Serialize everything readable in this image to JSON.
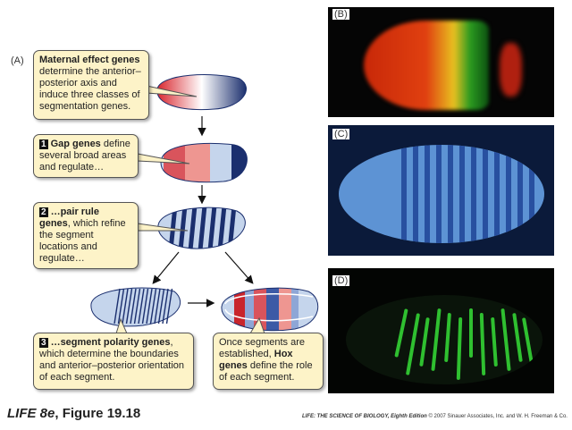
{
  "panel_labels": {
    "a": "(A)",
    "b": "(B)",
    "c": "(C)",
    "d": "(D)"
  },
  "boxes": {
    "maternal": {
      "bold": "Maternal effect genes",
      "text": "determine the anterior–posterior axis and induce three classes of segmentation genes."
    },
    "gap": {
      "num": "1",
      "bold": "Gap genes",
      "text": " define several broad areas and regulate…"
    },
    "pair": {
      "num": "2",
      "bold": "…pair rule genes",
      "text": ", which refine the segment locations and regulate…"
    },
    "polarity": {
      "num": "3",
      "bold": "…segment polarity genes",
      "text": ", which determine the boundaries and anterior–posterior orientation of each segment."
    },
    "hox": {
      "pre": "Once segments are established, ",
      "bold": "Hox genes",
      "text": " define the role of each segment."
    }
  },
  "footer": {
    "figure_italic": "LIFE 8e",
    "figure": ", Figure 19.18",
    "credit_title": "LIFE: THE SCIENCE OF BIOLOGY, Eighth Edition",
    "credit": " © 2007 Sinauer Associates, Inc. and W. H. Freeman & Co."
  },
  "colors": {
    "red": "#d8262e",
    "blue": "#1b2f6e",
    "light_blue": "#c5d5ec",
    "box": "#fdf3c8"
  }
}
